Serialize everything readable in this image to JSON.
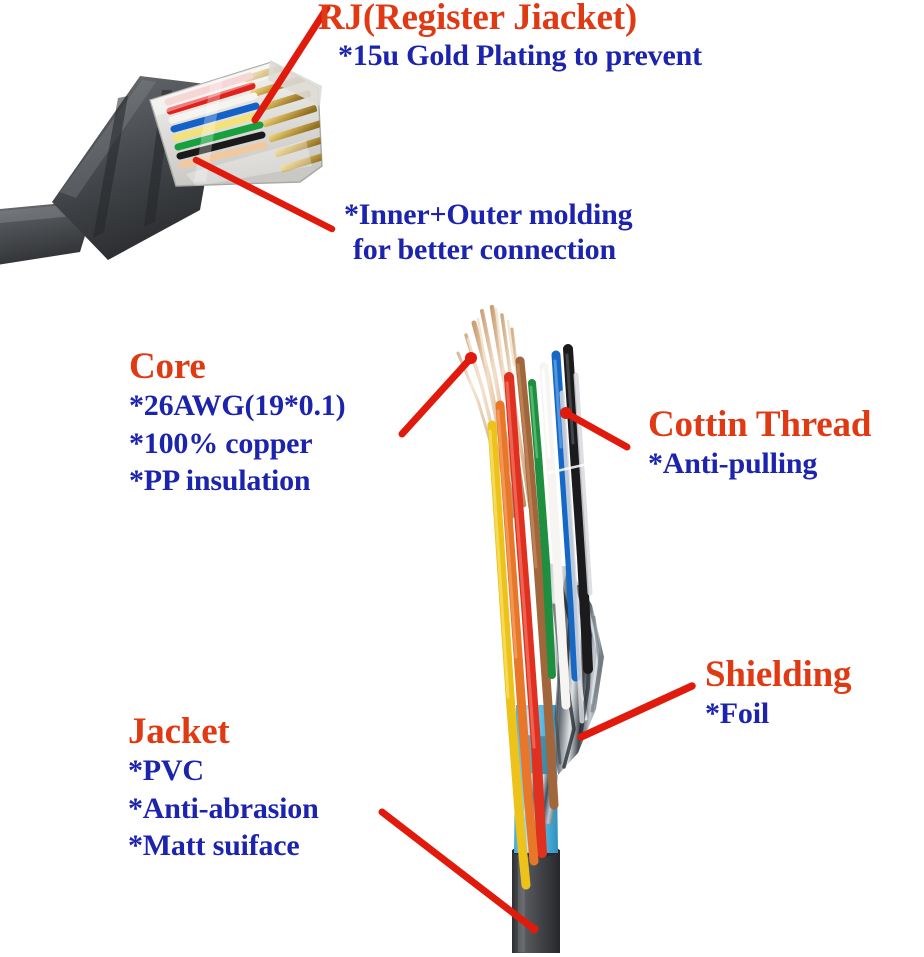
{
  "diagram": {
    "title": "Ethernet RJ45 Cable Construction Callout Diagram",
    "colors": {
      "heading_red": "#DF3A14",
      "spec_blue": "#1C24AD",
      "arrow_red": "#E01B0E",
      "jacket_gray": "#46484B",
      "boot_gray": "#4B4D50",
      "foil_silver": "#C8CDD2",
      "inner_blue": "#6FC4E8"
    },
    "annotations": [
      {
        "id": "rj45",
        "heading": "RJ(Register Jiacket)",
        "specs": [
          "*15u Gold Plating to prevent"
        ]
      },
      {
        "id": "molding",
        "heading": "",
        "specs": [
          "*Inner+Outer molding",
          "for better connection"
        ]
      },
      {
        "id": "core",
        "heading": "Core",
        "specs": [
          "*26AWG(19*0.1)",
          "*100% copper",
          "*PP insulation"
        ]
      },
      {
        "id": "cotton-thread",
        "heading": "Cottin Thread",
        "specs": [
          "*Anti-pulling"
        ]
      },
      {
        "id": "shielding",
        "heading": "Shielding",
        "specs": [
          "*Foil"
        ]
      },
      {
        "id": "jacket",
        "heading": "Jacket",
        "specs": [
          "*PVC",
          "*Anti-abrasion",
          "*Matt suiface"
        ]
      }
    ],
    "photo_parts": {
      "rj45_connector": "rj45-connector-photo",
      "cable_cutaway": "cable-cutaway-photo"
    },
    "wire_colors": [
      "brown",
      "green",
      "red",
      "white",
      "blue",
      "black",
      "yellow",
      "orange"
    ]
  }
}
